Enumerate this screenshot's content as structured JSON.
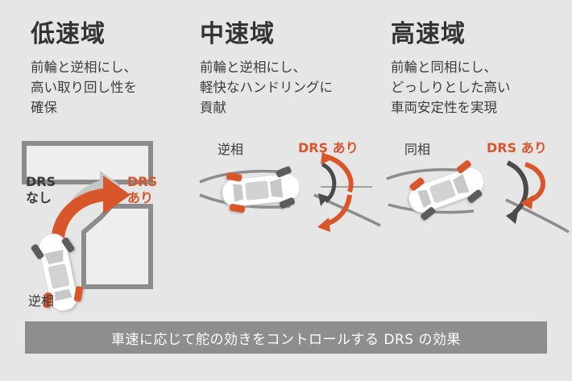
{
  "theme": {
    "background": "#e6e6e6",
    "accent_orange": "#d9562b",
    "dark_gray": "#3a3a3a",
    "mid_gray": "#8e8e8e",
    "line_gray": "#7f7f7f",
    "car_body": "#ffffff",
    "banner_bg": "#8e8e8e",
    "banner_text": "#ffffff"
  },
  "columns": [
    {
      "title": "低速域",
      "body_lines": [
        "前輪と逆相にし、",
        "高い取り回し性を",
        "確保"
      ],
      "diagram": {
        "label_drs_off": "DRS\nなし",
        "label_drs_off_line1": "DRS",
        "label_drs_off_line2": "なし",
        "label_drs_on_line1": "DRS",
        "label_drs_on_line2": "あり",
        "phase_label": "逆相"
      }
    },
    {
      "title": "中速域",
      "body_lines": [
        "前輪と逆相にし、",
        "軽快なハンドリングに",
        "貢献"
      ],
      "diagram": {
        "phase_label": "逆相",
        "label_drs_on": "DRS あり"
      }
    },
    {
      "title": "高速域",
      "body_lines": [
        "前輪と同相にし、",
        "どっしりとした高い",
        "車両安定性を実現"
      ],
      "diagram": {
        "phase_label": "同相",
        "label_drs_on": "DRS あり"
      }
    }
  ],
  "banner": {
    "caption": "車速に応じて舵の効きをコントロールする DRS の効果"
  }
}
